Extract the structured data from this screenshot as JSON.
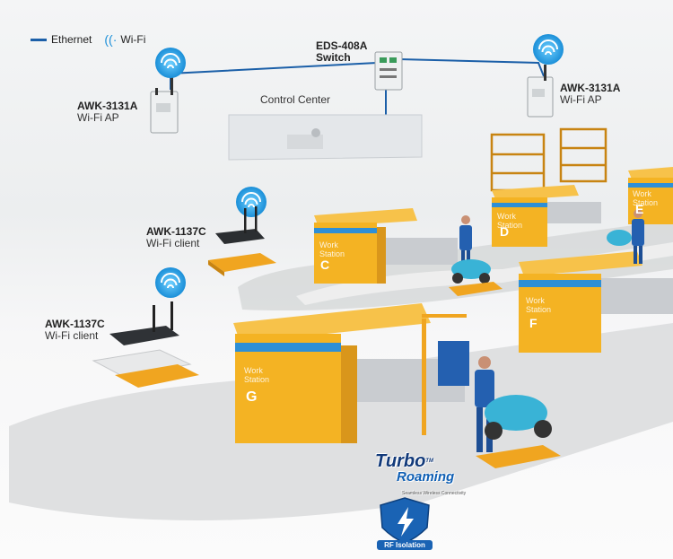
{
  "legend": {
    "ethernet": "Ethernet",
    "wifi": "Wi-Fi"
  },
  "switch": {
    "model": "EDS-408A",
    "role": "Switch"
  },
  "ap_left": {
    "model": "AWK-3131A",
    "role": "Wi-Fi AP"
  },
  "ap_right": {
    "model": "AWK-3131A",
    "role": "Wi-Fi AP"
  },
  "client_top": {
    "model": "AWK-1137C",
    "role": "Wi-Fi client"
  },
  "client_bottom": {
    "model": "AWK-1137C",
    "role": "Wi-Fi client"
  },
  "control_center": "Control Center",
  "stations": [
    {
      "line1": "Work",
      "line2": "Station",
      "letter": "C"
    },
    {
      "line1": "Work",
      "line2": "Station",
      "letter": "D"
    },
    {
      "line1": "Work",
      "line2": "Station",
      "letter": "E"
    },
    {
      "line1": "Work",
      "line2": "Station",
      "letter": "F"
    },
    {
      "line1": "Work",
      "line2": "Station",
      "letter": "G"
    }
  ],
  "turbo_roaming": {
    "line1": "Turbo",
    "line2": "Roaming",
    "mark": "TM",
    "tagline": "Seamless Wireless Connectivity"
  },
  "rf_isolation": "RF Isolation",
  "colors": {
    "ethernet": "#1b5fa8",
    "wifi": "#1b8fd8",
    "station": "#f4b323",
    "stripe": "#2e8fd6"
  }
}
